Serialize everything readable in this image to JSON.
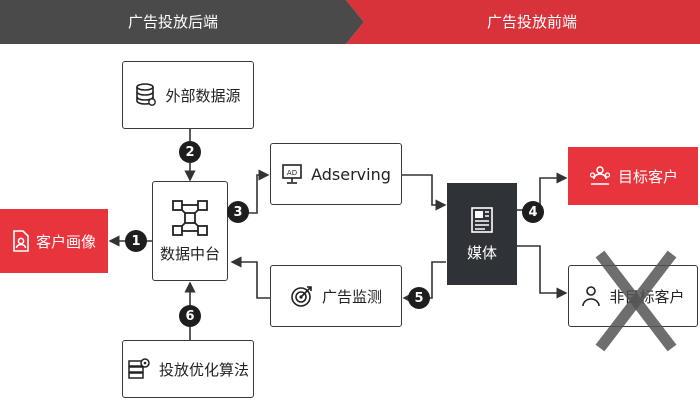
{
  "header": {
    "backend_label": "广告投放后端",
    "frontend_label": "广告投放前端"
  },
  "nodes": {
    "external_data": "外部数据源",
    "data_middle_platform": "数据中台",
    "customer_profile": "客户画像",
    "adserving": "Adserving",
    "ad_monitoring": "广告监测",
    "placement_optimization": "投放优化算法",
    "media": "媒体",
    "target_customer": "目标客户",
    "non_target_customer": "非目标客户"
  },
  "steps": [
    "1",
    "2",
    "3",
    "4",
    "5",
    "6"
  ],
  "colors": {
    "backend_banner": "#4a4a4a",
    "frontend_banner": "#d8333b",
    "accent_red": "#e8353d",
    "media_box": "#2f3338",
    "cross_mark": "#555555"
  },
  "icons": {
    "external_data": "database-icon",
    "data_middle_platform": "network-nodes-icon",
    "customer_profile": "profile-card-icon",
    "adserving": "ad-screen-icon",
    "ad_monitoring": "target-icon",
    "placement_optimization": "server-gear-icon",
    "media": "newspaper-icon",
    "target_customer": "user-group-icon",
    "non_target_customer": "user-icon"
  }
}
